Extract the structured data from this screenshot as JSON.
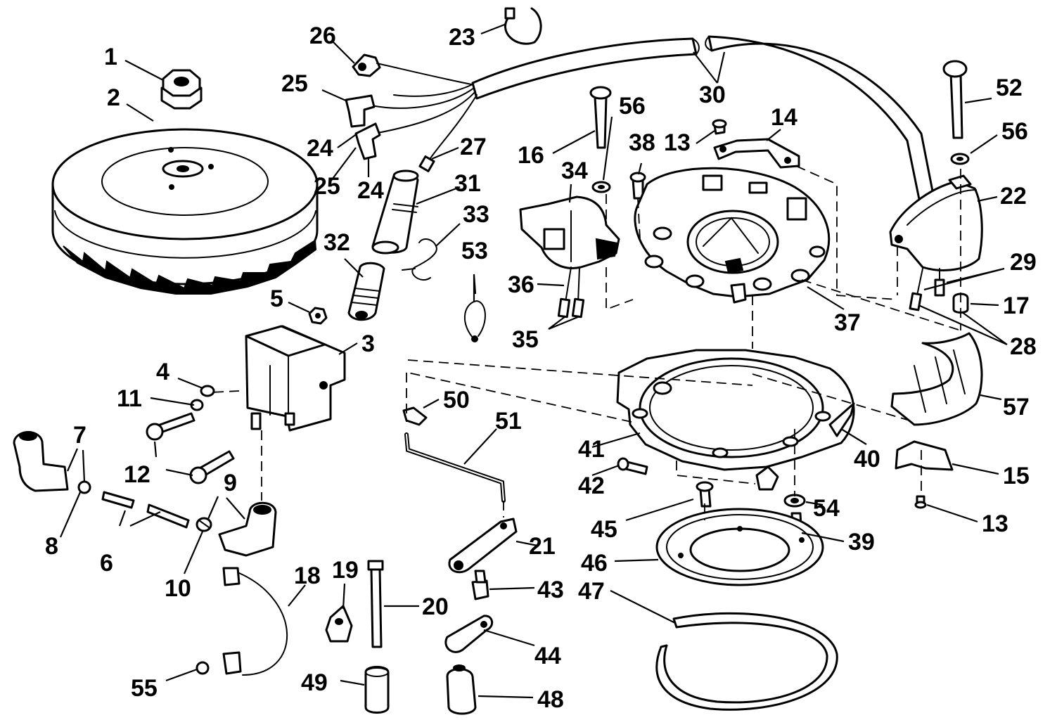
{
  "callouts": [
    {
      "id": "c1",
      "text": "1"
    },
    {
      "id": "c2",
      "text": "2"
    },
    {
      "id": "c3",
      "text": "3"
    },
    {
      "id": "c4",
      "text": "4"
    },
    {
      "id": "c5",
      "text": "5"
    },
    {
      "id": "c6",
      "text": "6"
    },
    {
      "id": "c7",
      "text": "7"
    },
    {
      "id": "c8",
      "text": "8"
    },
    {
      "id": "c9",
      "text": "9"
    },
    {
      "id": "c10",
      "text": "10"
    },
    {
      "id": "c11",
      "text": "11"
    },
    {
      "id": "c12",
      "text": "12"
    },
    {
      "id": "c13a",
      "text": "13"
    },
    {
      "id": "c13b",
      "text": "13"
    },
    {
      "id": "c14",
      "text": "14"
    },
    {
      "id": "c15",
      "text": "15"
    },
    {
      "id": "c16",
      "text": "16"
    },
    {
      "id": "c17",
      "text": "17"
    },
    {
      "id": "c18",
      "text": "18"
    },
    {
      "id": "c19",
      "text": "19"
    },
    {
      "id": "c20",
      "text": "20"
    },
    {
      "id": "c21",
      "text": "21"
    },
    {
      "id": "c22",
      "text": "22"
    },
    {
      "id": "c23",
      "text": "23"
    },
    {
      "id": "c24a",
      "text": "24"
    },
    {
      "id": "c24b",
      "text": "24"
    },
    {
      "id": "c25a",
      "text": "25"
    },
    {
      "id": "c25b",
      "text": "25"
    },
    {
      "id": "c26",
      "text": "26"
    },
    {
      "id": "c27",
      "text": "27"
    },
    {
      "id": "c28",
      "text": "28"
    },
    {
      "id": "c29",
      "text": "29"
    },
    {
      "id": "c30",
      "text": "30"
    },
    {
      "id": "c31",
      "text": "31"
    },
    {
      "id": "c32",
      "text": "32"
    },
    {
      "id": "c33",
      "text": "33"
    },
    {
      "id": "c34",
      "text": "34"
    },
    {
      "id": "c35",
      "text": "35"
    },
    {
      "id": "c36",
      "text": "36"
    },
    {
      "id": "c37",
      "text": "37"
    },
    {
      "id": "c38",
      "text": "38"
    },
    {
      "id": "c39",
      "text": "39"
    },
    {
      "id": "c40",
      "text": "40"
    },
    {
      "id": "c41",
      "text": "41"
    },
    {
      "id": "c42",
      "text": "42"
    },
    {
      "id": "c43",
      "text": "43"
    },
    {
      "id": "c44",
      "text": "44"
    },
    {
      "id": "c45",
      "text": "45"
    },
    {
      "id": "c46",
      "text": "46"
    },
    {
      "id": "c47",
      "text": "47"
    },
    {
      "id": "c48",
      "text": "48"
    },
    {
      "id": "c49",
      "text": "49"
    },
    {
      "id": "c50",
      "text": "50"
    },
    {
      "id": "c51",
      "text": "51"
    },
    {
      "id": "c52",
      "text": "52"
    },
    {
      "id": "c53",
      "text": "53"
    },
    {
      "id": "c54",
      "text": "54"
    },
    {
      "id": "c55",
      "text": "55"
    },
    {
      "id": "c56a",
      "text": "56"
    },
    {
      "id": "c56b",
      "text": "56"
    },
    {
      "id": "c57",
      "text": "57"
    }
  ],
  "colors": {
    "ink": "#000000",
    "paper": "#ffffff"
  }
}
